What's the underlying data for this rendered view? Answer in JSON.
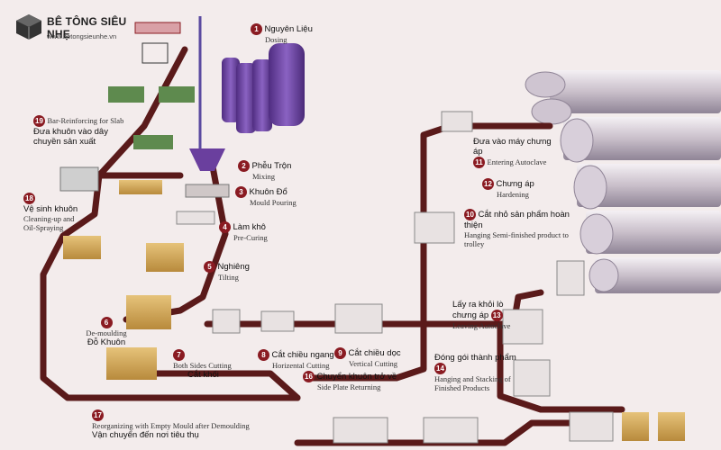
{
  "logo": {
    "brand": "BÊ TÔNG SIÊU NHẸ",
    "site": "www.betongsieunhe.vn"
  },
  "colors": {
    "track": "#5a1a1a",
    "badge": "#8a1b22",
    "silo": "#6a3f9e",
    "mould": "#d9b15a",
    "background": "#f3ecec"
  },
  "steps": [
    {
      "num": "1",
      "vi": "Nguyên Liệu",
      "en": "Dosing"
    },
    {
      "num": "2",
      "vi": "Phễu Trộn",
      "en": "Mixing"
    },
    {
      "num": "3",
      "vi": "Khuôn Đổ",
      "en": "Mould Pouring"
    },
    {
      "num": "4",
      "vi": "Làm khô",
      "en": "Pre-Curing"
    },
    {
      "num": "5",
      "vi": "Nghiêng",
      "en": "Tilting"
    },
    {
      "num": "6",
      "vi": "Đỗ Khuôn",
      "en": "De-moulding"
    },
    {
      "num": "7",
      "vi": "Cắt khối",
      "en": "Both Sides Cutting"
    },
    {
      "num": "8",
      "vi": "Cắt chiều ngang",
      "en": "Horizental Cutting"
    },
    {
      "num": "9",
      "vi": "Cắt chiều dọc",
      "en": "Vertical Cutting"
    },
    {
      "num": "10",
      "vi": "Cắt nhỏ sản phẩm hoàn thiện",
      "en": "Hanging Semi-finished product to trolley"
    },
    {
      "num": "11",
      "vi": "Đưa vào máy chưng áp",
      "en": "Entering Autoclave"
    },
    {
      "num": "12",
      "vi": "Chưng áp",
      "en": "Hardening"
    },
    {
      "num": "13",
      "vi": "Lấy ra khỏi lò chưng áp",
      "en": "Leaving Autoclave"
    },
    {
      "num": "14",
      "vi": "Đóng gói thành phẩm",
      "en": "Hanging and Stacking of Finished Products"
    },
    {
      "num": "16",
      "vi": "Chuyển khuôn trở về",
      "en": "Side Plate Returning"
    },
    {
      "num": "17",
      "vi": "Vận chuyển đến nơi tiêu thụ",
      "en": "Reorganizing with Empty Mould after Demoulding"
    },
    {
      "num": "18",
      "vi": "Vệ sinh khuôn",
      "en": "Cleaning-up and Oil-Spraying"
    },
    {
      "num": "19",
      "vi": "Đưa khuôn vào dây chuyền sản xuất",
      "en": "Bar-Reinforcing for Slab"
    }
  ]
}
